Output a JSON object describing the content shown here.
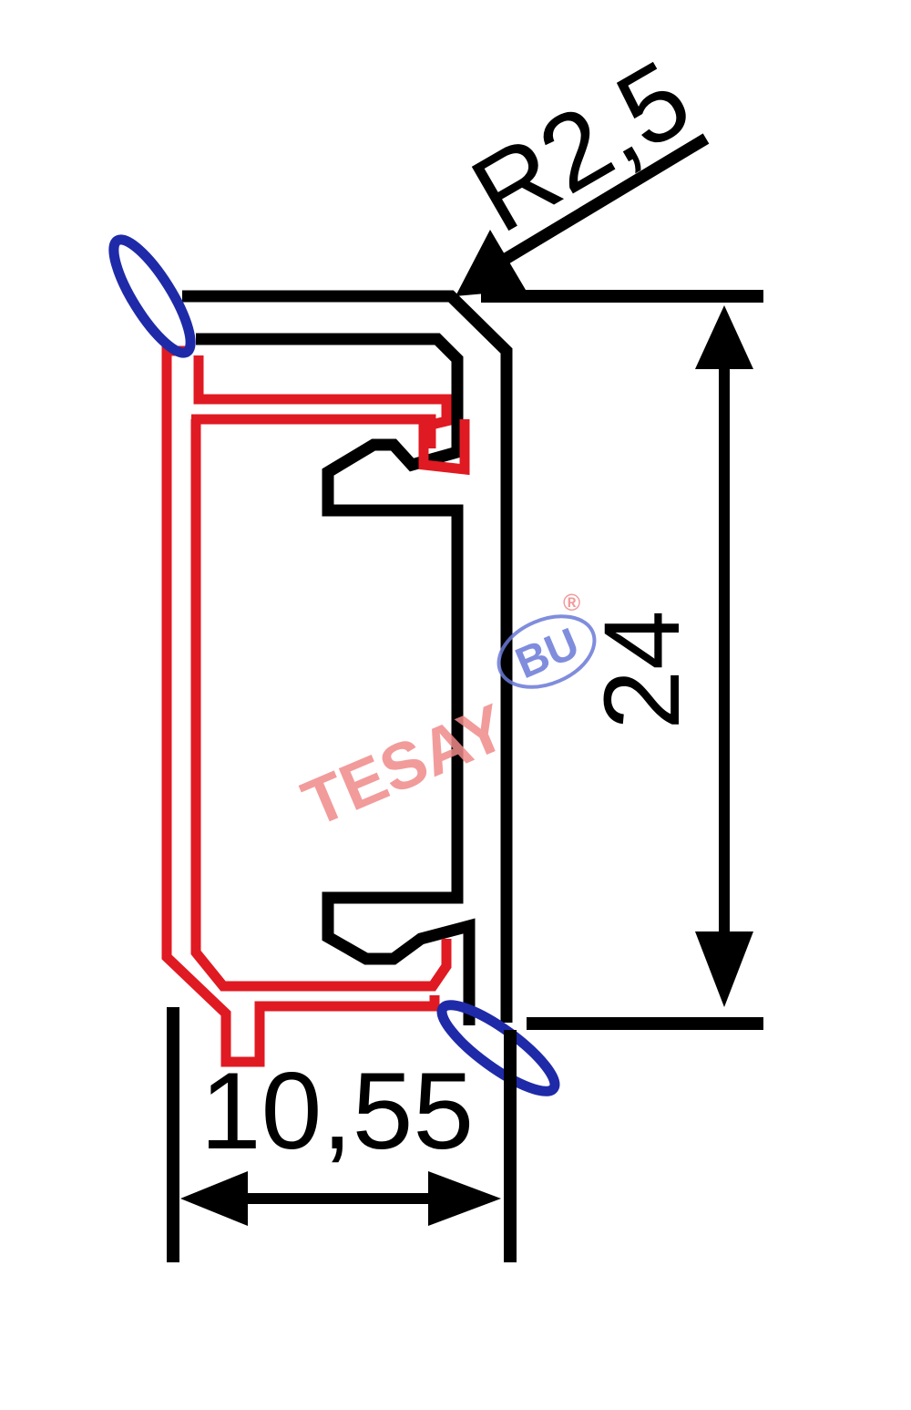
{
  "dimensions": {
    "radius_label": "R2,5",
    "height_label": "24",
    "width_label": "10,55"
  },
  "watermark": {
    "brand": "TESAY",
    "suffix": "BU",
    "registered_mark": "®"
  },
  "colors": {
    "outline": "#000000",
    "inner_profile": "#e01a22",
    "highlight": "#1f2aa8",
    "watermark_text": "#f08a8a",
    "watermark_badge": "#6a7ad8"
  }
}
